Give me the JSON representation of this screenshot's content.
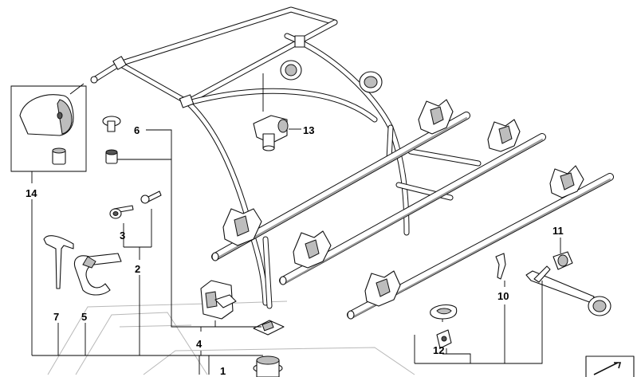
{
  "callouts": {
    "c1": "1",
    "c2": "2",
    "c3": "3",
    "c4": "4",
    "c5": "5",
    "c6": "6",
    "c7": "7",
    "c10": "10",
    "c11": "11",
    "c12": "12",
    "c13": "13",
    "c14": "14"
  }
}
